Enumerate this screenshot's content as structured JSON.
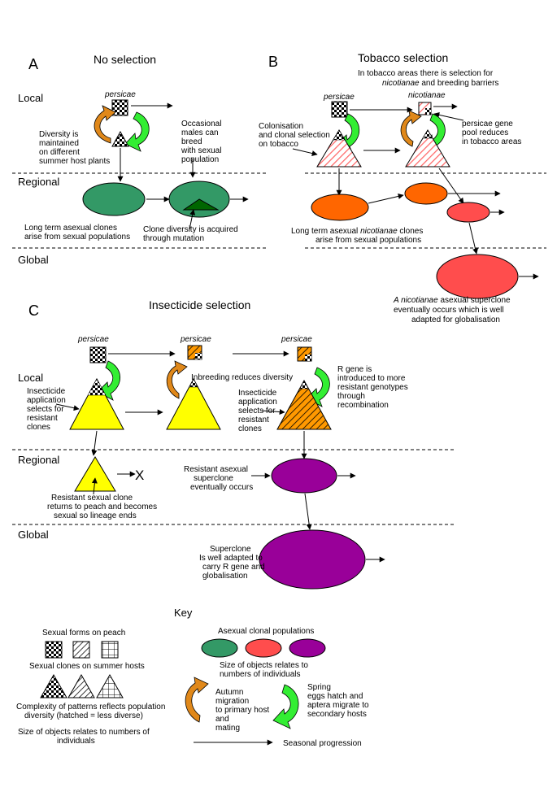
{
  "panelA": {
    "letter": "A",
    "title": "No selection",
    "species": "persicae",
    "diversity": [
      "Diversity is",
      "maintained",
      "on different",
      "summer host plants"
    ],
    "males": [
      "Occasional",
      "males can",
      "breed",
      "with sexual",
      "population"
    ],
    "clones": [
      "Long term asexual clones",
      "arise from sexual populations"
    ],
    "mutation": [
      "Clone diversity is acquired",
      "through mutation"
    ]
  },
  "panelB": {
    "letter": "B",
    "title": "Tobacco selection",
    "barriers_1": "In tobacco areas there is selection for",
    "barriers_2a": "nicotianae",
    "barriers_2b": " and breeding barriers",
    "species1": "persicae",
    "species2": "nicotianae",
    "colonisation": [
      "Colonisation",
      "and clonal selection",
      "on tobacco"
    ],
    "genepool": [
      "persicae gene",
      "pool reduces",
      "in tobacco areas"
    ],
    "clones_a": "Long term asexual ",
    "clones_b": "nicotianae",
    "clones_c": " clones",
    "clones_2": "arise from sexual populations",
    "superclone_a": "A nicotianae",
    "superclone_b": " asexual superclone",
    "superclone_2": "eventually occurs which is well",
    "superclone_3": "adapted for globalisation"
  },
  "panelC": {
    "letter": "C",
    "title": "Insecticide selection",
    "species": "persicae",
    "inbreeding": "Inbreeding reduces diversity",
    "application1": [
      "Insecticide",
      "application",
      "selects for",
      "resistant",
      "clones"
    ],
    "application2": [
      "Insecticide",
      "application",
      "selects for",
      "resistant",
      "clones"
    ],
    "rgene": [
      "R gene is",
      "introduced to more",
      "resistant genotypes",
      "through",
      "recombination"
    ],
    "sexual_clone": [
      "Resistant sexual clone",
      "returns to peach and becomes",
      "sexual so lineage ends"
    ],
    "x_mark": "X",
    "asexual": [
      "Resistant asexual",
      "superclone",
      "eventually occurs"
    ],
    "global_superclone": [
      "Superclone",
      "Is well adapted to",
      "carry R gene and",
      "globalisation"
    ]
  },
  "levels": {
    "local": "Local",
    "regional": "Regional",
    "global": "Global"
  },
  "key": {
    "title": "Key",
    "sexual_forms": "Sexual forms on peach",
    "sexual_clones": "Sexual clones on summer hosts",
    "complexity": [
      "Complexity of patterns reflects population",
      "diversity (hatched = less diverse)"
    ],
    "size_left": [
      "Size of objects relates to numbers of",
      "individuals"
    ],
    "asexual": "Asexual clonal populations",
    "size_right": [
      "Size of objects relates to",
      "numbers of individuals"
    ],
    "autumn": [
      "Autumn",
      "migration",
      "to primary host",
      "and",
      "mating"
    ],
    "spring": [
      "Spring",
      "eggs hatch and",
      "aptera migrate to",
      "secondary hosts"
    ],
    "seasonal": "Seasonal progression"
  },
  "colors": {
    "green_clone": "#339966",
    "dark_green": "#006600",
    "orange_clone": "#ff6600",
    "red_clone": "#ff4d4d",
    "purple_clone": "#990099",
    "yellow": "#ffff00",
    "orange_hatch": "#ff9900",
    "red_hatch": "#ff6666",
    "green_arrow": "#33ee33",
    "orange_arrow": "#e0881a"
  }
}
